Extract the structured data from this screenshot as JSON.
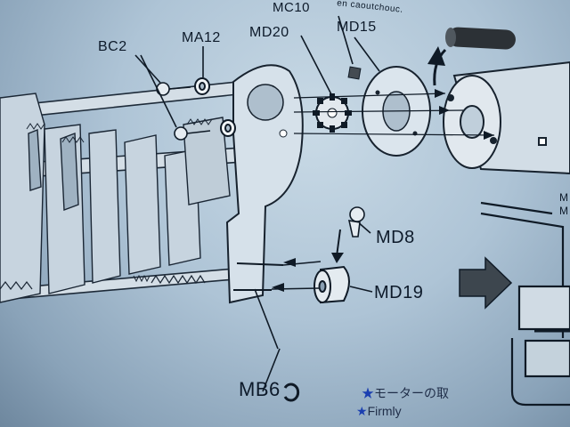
{
  "instruction_sheet": {
    "caption_fr": "en caoutchouc.",
    "part_labels": {
      "mc10": "MC10",
      "md20": "MD20",
      "md15": "MD15",
      "ma12": "MA12",
      "bc2": "BC2",
      "md8": "MD8",
      "md19": "MD19",
      "mb6": "MB6"
    },
    "notes": {
      "jp": "モーターの取",
      "en": "Firmly"
    },
    "edge_letters": [
      "M",
      "M"
    ]
  },
  "colors": {
    "paper": "#b7cbdc",
    "ink": "#0d1a2a",
    "star_blue": "#1b3fb0",
    "cap_dark": "#2a2f33"
  }
}
